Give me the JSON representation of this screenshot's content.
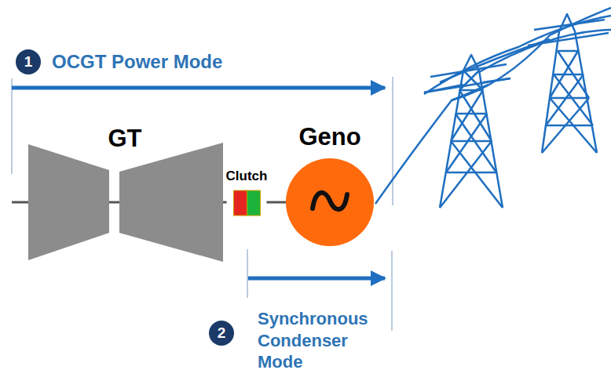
{
  "diagram": {
    "nodes": [
      {
        "text": [
          "GT"
        ]
      },
      {
        "text": [
          "Clutch"
        ]
      },
      {
        "text": [
          "Geno"
        ]
      }
    ],
    "edges": [
      {
        "from": 0,
        "to": 1,
        "arrow": "none"
      },
      {
        "from": 1,
        "to": 2,
        "arrow": "none"
      }
    ],
    "labels": [
      "1",
      "OCGT Power Mode",
      "2",
      "Synchronous Condenser Mode"
    ]
  }
}
